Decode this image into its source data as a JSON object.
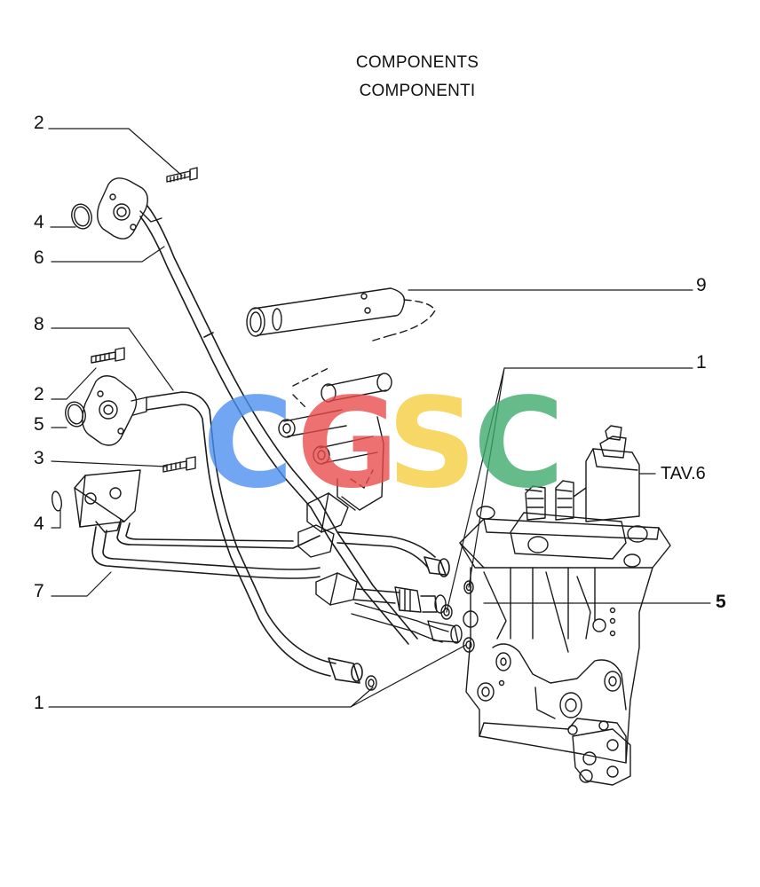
{
  "header": {
    "title_en": "COMPONENTS",
    "title_it": "COMPONENTI"
  },
  "callouts": [
    {
      "id": "c1",
      "number": "2"
    },
    {
      "id": "c2",
      "number": "4"
    },
    {
      "id": "c3",
      "number": "6"
    },
    {
      "id": "c4",
      "number": "8"
    },
    {
      "id": "c5",
      "number": "2"
    },
    {
      "id": "c6",
      "number": "5"
    },
    {
      "id": "c7",
      "number": "3"
    },
    {
      "id": "c8",
      "number": "4"
    },
    {
      "id": "c9",
      "number": "7"
    },
    {
      "id": "c10",
      "number": "1"
    },
    {
      "id": "c11",
      "number": "9"
    },
    {
      "id": "c12",
      "number": "1"
    },
    {
      "id": "c13",
      "number": "5"
    }
  ],
  "table_reference": "TAV.6",
  "watermark": {
    "letters": [
      "C",
      "G",
      "S",
      "C"
    ],
    "colors": [
      "#4a8ef0",
      "#e84a4a",
      "#f5cc3a",
      "#3aaa6a"
    ]
  }
}
